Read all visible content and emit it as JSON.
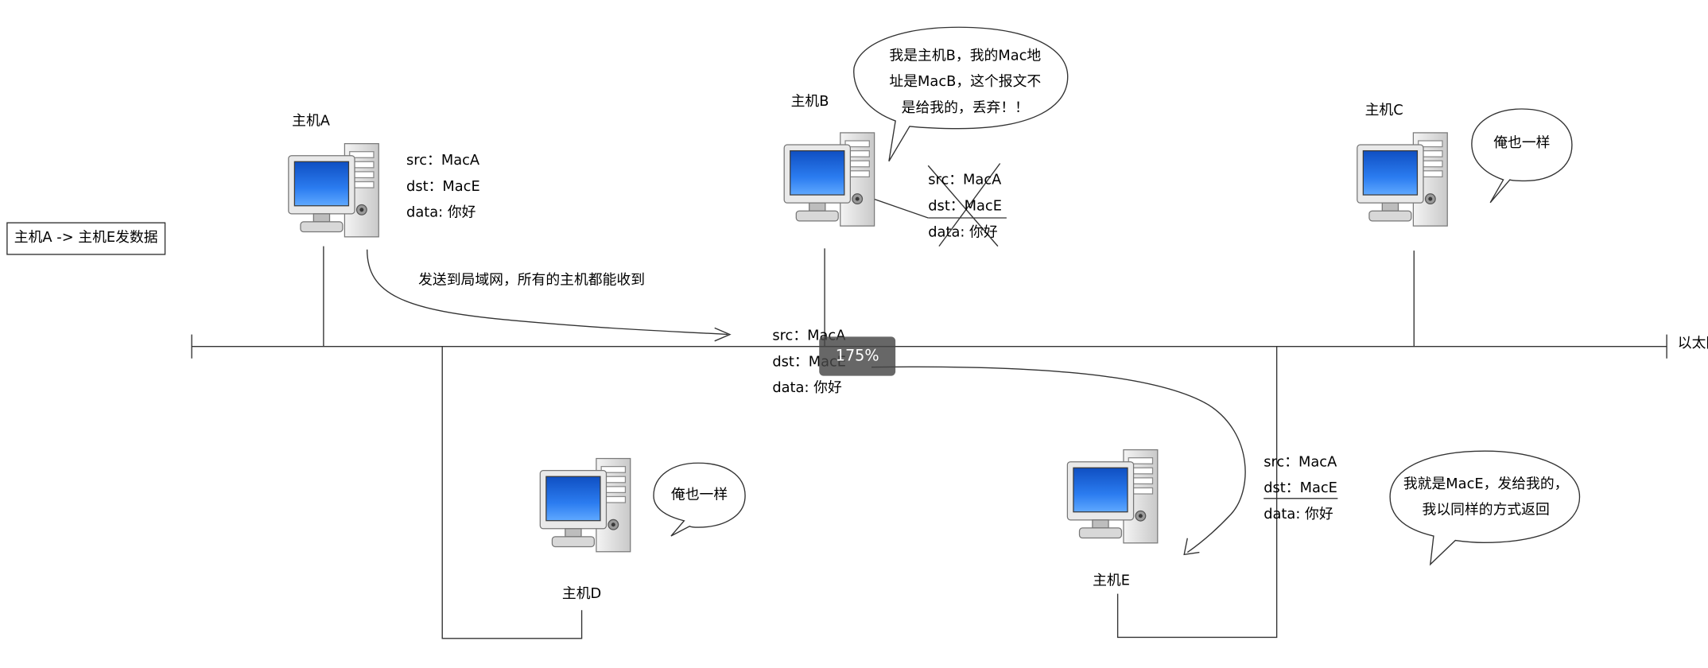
{
  "task": {
    "label": "主机A -> 主机E发数据"
  },
  "network": {
    "label": "以太网"
  },
  "hosts": {
    "a": {
      "name": "主机A"
    },
    "b": {
      "name": "主机B"
    },
    "c": {
      "name": "主机C"
    },
    "d": {
      "name": "主机D"
    },
    "e": {
      "name": "主机E"
    }
  },
  "broadcast_note": "发送到局域网，所有的主机都能收到",
  "frame": {
    "src_key": "src：",
    "src_val": "MacA",
    "dst_key": "dst：",
    "dst_val": "MacE",
    "data_key": "data:",
    "data_val": "你好"
  },
  "frame_on_wire_dst_visible": "MacE",
  "bubbles": {
    "b": "我是主机B，我的Mac地址是MacB，这个报文不是给我的，丢弃！！",
    "c": "俺也一样",
    "d": "俺也一样",
    "e": "我就是MacE，发给我的，我以同样的方式返回"
  },
  "zoom": {
    "level": "175%"
  },
  "colors": {
    "line": "#333333",
    "monitor_blue": "#1a5fd6",
    "case_gray": "#e6e6e6",
    "badge": "#4a4a4a"
  }
}
